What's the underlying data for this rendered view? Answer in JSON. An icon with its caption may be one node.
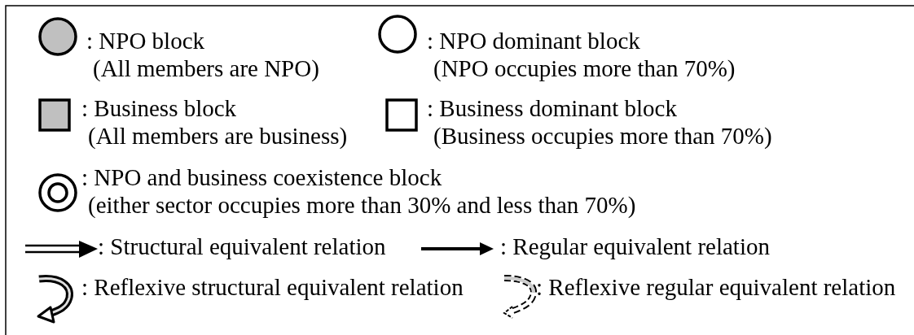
{
  "diagram": {
    "legend": [
      {
        "text": ": NPO block (All members are NPO)"
      },
      {
        "text": ": NPO dominant block (NPO occupies more than 70%)"
      },
      {
        "text": ": Business block (All members are business)"
      },
      {
        "text": ": Business dominant block (Business occupies more than 70%)"
      },
      {
        "text": ": NPO and business coexistence block (either sector occupies more than 30% and less than 70%)"
      },
      {
        "text": ": Structural equivalent relation"
      },
      {
        "text": ": Regular equivalent relation"
      },
      {
        "text": ": Reflexive structural equivalent relation"
      },
      {
        "text": ": Reflexive regular equivalent relation"
      }
    ]
  }
}
